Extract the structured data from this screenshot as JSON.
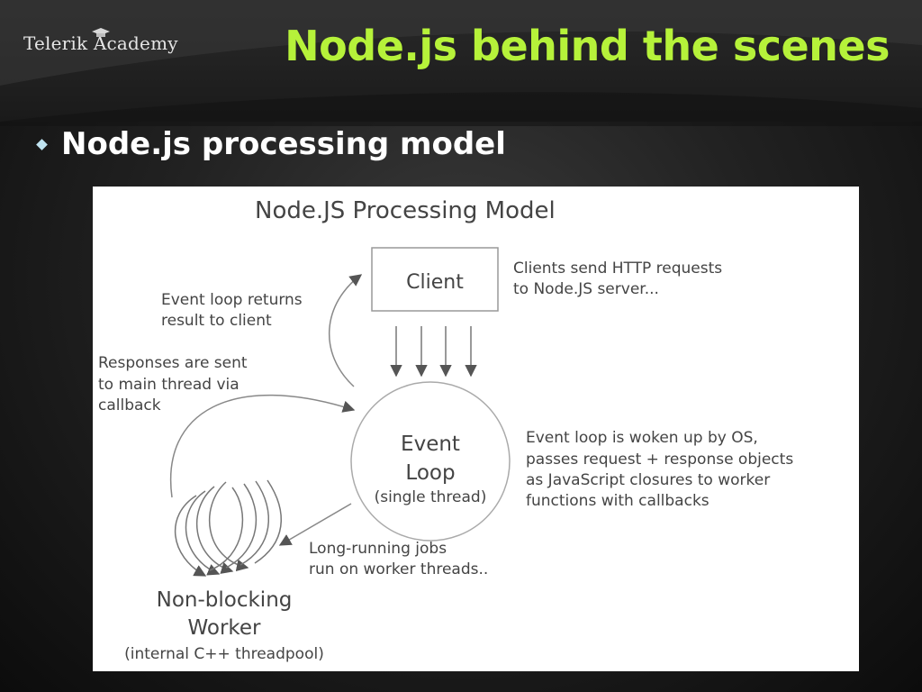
{
  "header": {
    "logo_text": "Telerik Academy",
    "title": "Node.js behind the scenes"
  },
  "content": {
    "bullet": "Node.js processing model"
  },
  "diagram": {
    "title": "Node.JS Processing Model",
    "client_label": "Client",
    "client_note": [
      "Clients send HTTP requests",
      "to Node.JS server..."
    ],
    "event_loop_label": [
      "Event",
      "Loop",
      "(single thread)"
    ],
    "event_loop_note": [
      "Event loop is woken up by OS,",
      "passes request + response objects",
      "as JavaScript closures to worker",
      "functions with callbacks"
    ],
    "returns_note": [
      "Event loop returns",
      "result to client"
    ],
    "responses_note": [
      "Responses are sent",
      "to main thread via",
      "callback"
    ],
    "long_running_note": [
      "Long-running jobs",
      "run on worker threads.."
    ],
    "worker_label": [
      "Non-blocking",
      "Worker",
      "(internal C++ threadpool)"
    ]
  },
  "colors": {
    "title_accent": "#b6f23a",
    "bullet_diamond": "#bfe3f0"
  }
}
